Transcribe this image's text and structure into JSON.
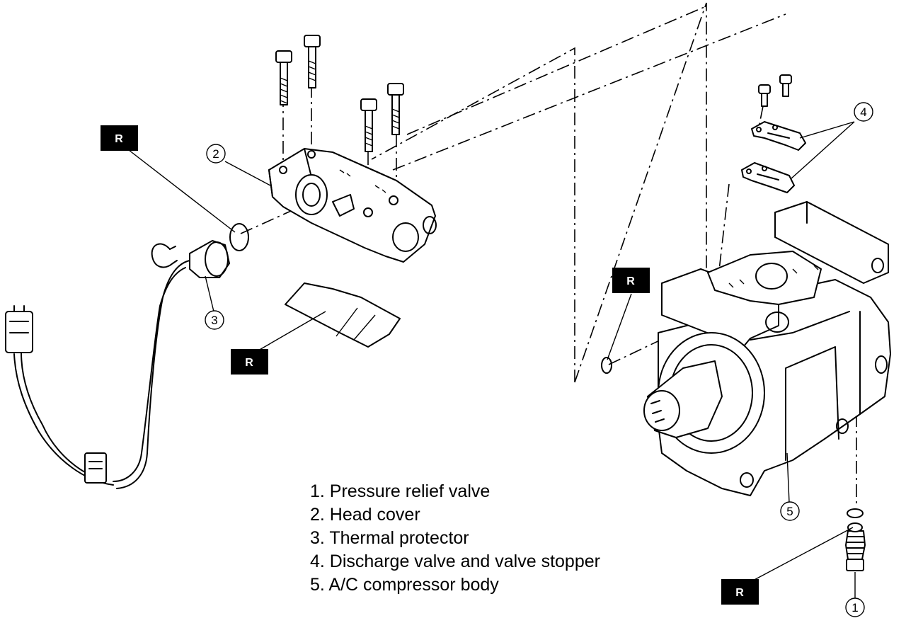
{
  "legend": {
    "items": [
      "1. Pressure relief valve",
      "2. Head cover",
      "3. Thermal protector",
      "4. Discharge valve and valve stopper",
      "5. A/C compressor body"
    ]
  },
  "callouts": {
    "pressure_relief_valve": "1",
    "head_cover": "2",
    "thermal_protector": "3",
    "discharge_valve": "4",
    "compressor_body": "5"
  },
  "replace_badges": {
    "label": "R"
  }
}
